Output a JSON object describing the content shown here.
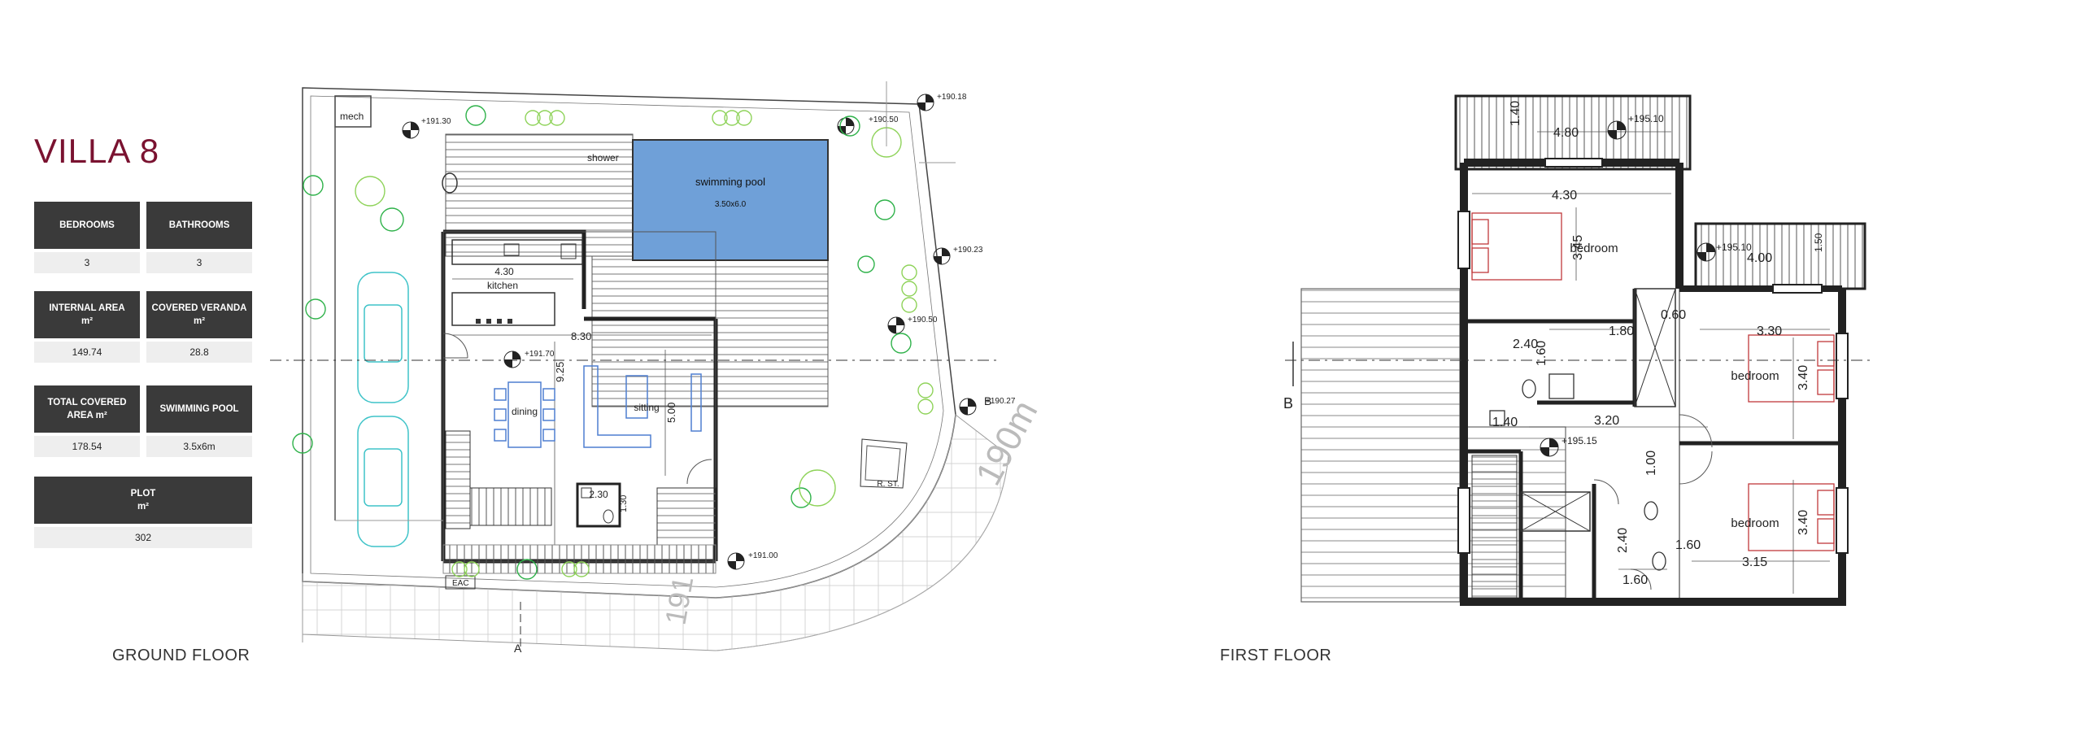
{
  "title": "VILLA 8",
  "specs": {
    "bedrooms_label": "BEDROOMS",
    "bedrooms": "3",
    "bathrooms_label": "BATHROOMS",
    "bathrooms": "3",
    "internal_area_label": "INTERNAL AREA",
    "internal_area_unit": "m²",
    "internal_area": "149.74",
    "covered_veranda_label": "COVERED VERANDA m²",
    "covered_veranda": "28.8",
    "total_covered_label": "TOTAL COVERED AREA m²",
    "total_covered": "178.54",
    "pool_label": "SWIMMING POOL",
    "pool": "3.5x6m",
    "plot_label": "PLOT",
    "plot_unit": "m²",
    "plot": "302"
  },
  "ground_floor": {
    "caption": "GROUND FLOOR",
    "labels": {
      "mech": "mech",
      "shower": "shower",
      "pool": "swimming pool",
      "pool_size": "3.50x6.0",
      "kitchen": "kitchen",
      "dining": "dining",
      "sitting": "sitting",
      "eac": "EAC",
      "rst": "R. ST.",
      "road": "190m",
      "road2": "191",
      "section_a": "A"
    },
    "dims": {
      "kitchen_w": "4.30",
      "hall_w": "8.30",
      "depth": "9.25",
      "sitting_d": "5.00",
      "wc_w": "2.30",
      "wc_d": "1.30"
    },
    "levels": {
      "l1": "+191.30",
      "l2": "+190.50",
      "l3": "+190.18",
      "l4": "+190.23",
      "l5": "+190.50",
      "l6": "+190.27",
      "l7": "+191.70",
      "l8": "+191.00"
    },
    "section_b": "B"
  },
  "first_floor": {
    "caption": "FIRST FLOOR",
    "labels": {
      "bed1": "bedroom",
      "bed2": "bedroom",
      "bed3": "bedroom",
      "section_b": "B"
    },
    "dims": {
      "d1": "1.40",
      "d2": "4.80",
      "d3": "4.30",
      "d4": "3.45",
      "d5": "1.50",
      "d6": "4.00",
      "d7": "0.60",
      "d8": "2.40",
      "d9": "1.80",
      "d10": "3.30",
      "d11": "1.60",
      "d12": "3.40",
      "d13": "1.40",
      "d14": "3.20",
      "d15": "1.00",
      "d16": "3.40",
      "d17": "2.40",
      "d18": "1.60",
      "d19": "1.60",
      "d20": "3.15"
    },
    "levels": {
      "l1": "+195.10",
      "l2": "+195.10",
      "l3": "+195.15"
    }
  },
  "colors": {
    "title": "#7a1230",
    "header_bg": "#3a3a3a",
    "value_bg": "#eeeeee",
    "pool": "#6fa0d8",
    "plant": "#2fb24a",
    "car": "#3ec3c8",
    "furniture": "#4f7fd0",
    "bed": "#c0393b"
  }
}
